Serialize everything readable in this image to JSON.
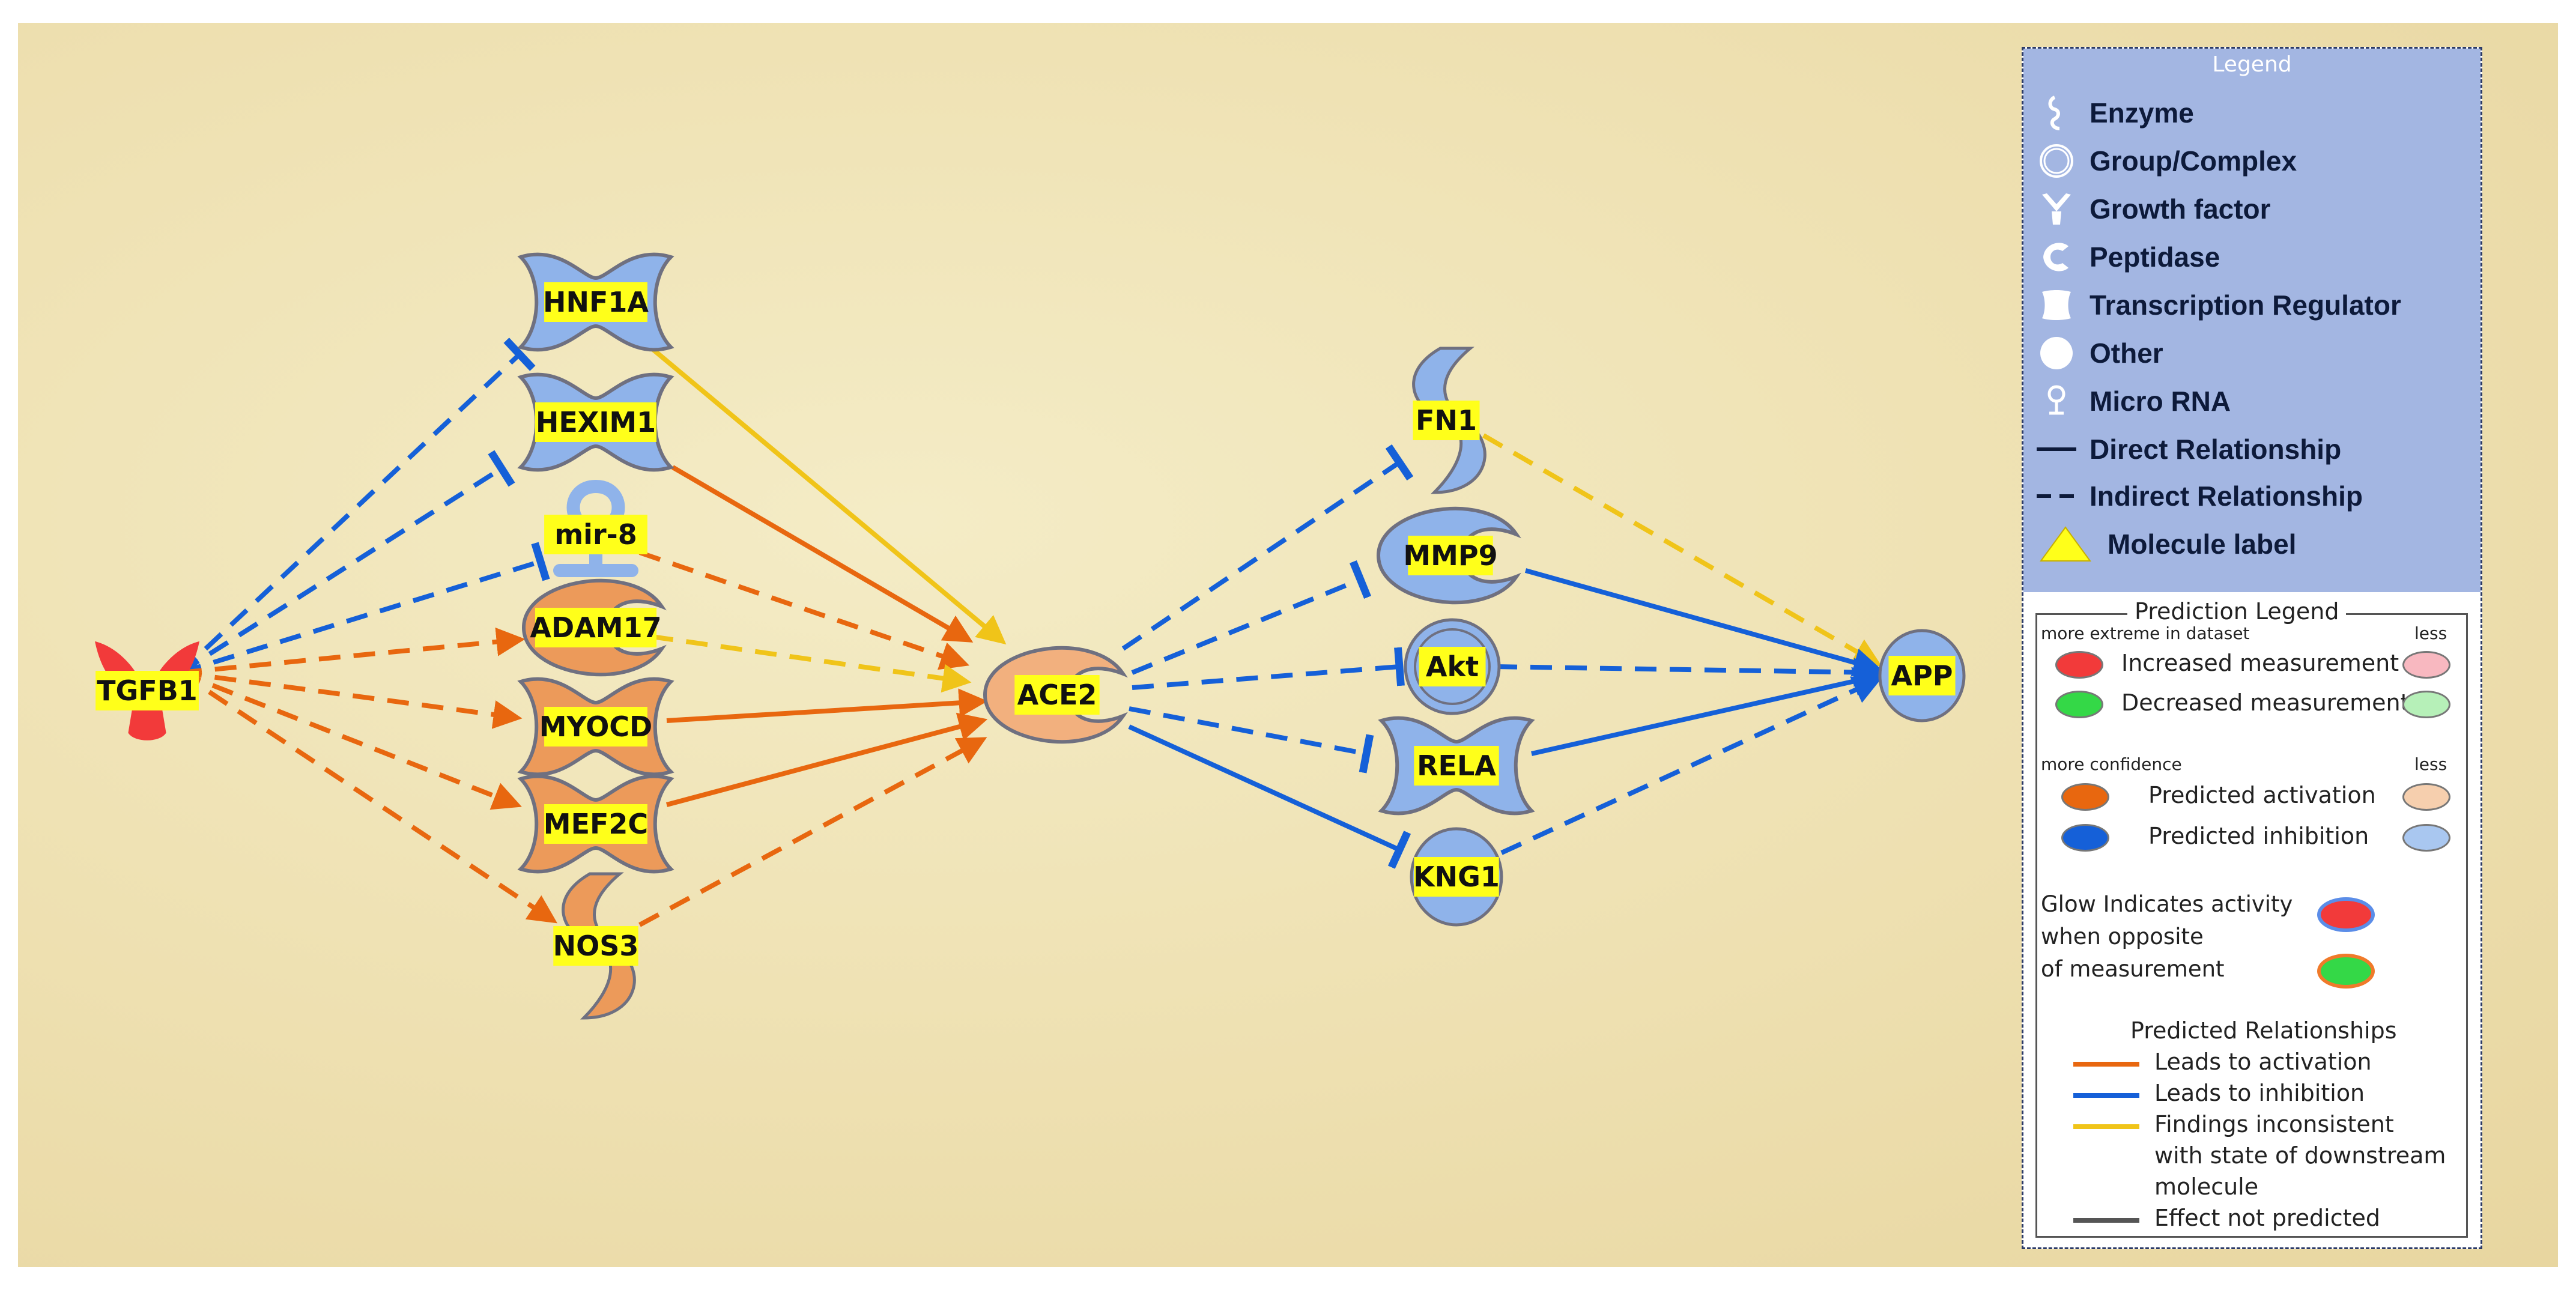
{
  "network": {
    "nodes": [
      {
        "id": "TGFB1",
        "label": "TGFB1",
        "type": "growth-factor",
        "state": "increased-measurement"
      },
      {
        "id": "HNF1A",
        "label": "HNF1A",
        "type": "transcription-regulator",
        "state": "predicted-inhibition"
      },
      {
        "id": "HEXIM1",
        "label": "HEXIM1",
        "type": "transcription-regulator",
        "state": "predicted-inhibition"
      },
      {
        "id": "mir-8",
        "label": "mir-8",
        "type": "micro-rna",
        "state": "predicted-inhibition"
      },
      {
        "id": "ADAM17",
        "label": "ADAM17",
        "type": "peptidase",
        "state": "predicted-activation"
      },
      {
        "id": "MYOCD",
        "label": "MYOCD",
        "type": "transcription-regulator",
        "state": "predicted-activation"
      },
      {
        "id": "MEF2C",
        "label": "MEF2C",
        "type": "transcription-regulator",
        "state": "predicted-activation"
      },
      {
        "id": "NOS3",
        "label": "NOS3",
        "type": "enzyme",
        "state": "predicted-activation"
      },
      {
        "id": "ACE2",
        "label": "ACE2",
        "type": "peptidase",
        "state": "predicted-activation-less"
      },
      {
        "id": "FN1",
        "label": "FN1",
        "type": "enzyme",
        "state": "predicted-inhibition"
      },
      {
        "id": "MMP9",
        "label": "MMP9",
        "type": "peptidase",
        "state": "predicted-inhibition"
      },
      {
        "id": "Akt",
        "label": "Akt",
        "type": "group-complex",
        "state": "predicted-inhibition"
      },
      {
        "id": "RELA",
        "label": "RELA",
        "type": "transcription-regulator",
        "state": "predicted-inhibition"
      },
      {
        "id": "KNG1",
        "label": "KNG1",
        "type": "other",
        "state": "predicted-inhibition"
      },
      {
        "id": "APP",
        "label": "APP",
        "type": "other",
        "state": "predicted-inhibition"
      }
    ],
    "edges": [
      {
        "from": "TGFB1",
        "to": "HNF1A",
        "style": "indirect",
        "effect": "inhibition"
      },
      {
        "from": "TGFB1",
        "to": "HEXIM1",
        "style": "indirect",
        "effect": "inhibition"
      },
      {
        "from": "TGFB1",
        "to": "mir-8",
        "style": "indirect",
        "effect": "inhibition"
      },
      {
        "from": "TGFB1",
        "to": "ADAM17",
        "style": "indirect",
        "effect": "activation"
      },
      {
        "from": "TGFB1",
        "to": "MYOCD",
        "style": "indirect",
        "effect": "activation"
      },
      {
        "from": "TGFB1",
        "to": "MEF2C",
        "style": "indirect",
        "effect": "activation"
      },
      {
        "from": "TGFB1",
        "to": "NOS3",
        "style": "indirect",
        "effect": "activation"
      },
      {
        "from": "HNF1A",
        "to": "ACE2",
        "style": "direct",
        "effect": "inconsistent"
      },
      {
        "from": "HEXIM1",
        "to": "ACE2",
        "style": "direct",
        "effect": "activation"
      },
      {
        "from": "mir-8",
        "to": "ACE2",
        "style": "indirect",
        "effect": "activation"
      },
      {
        "from": "ADAM17",
        "to": "ACE2",
        "style": "indirect",
        "effect": "inconsistent"
      },
      {
        "from": "MYOCD",
        "to": "ACE2",
        "style": "direct",
        "effect": "activation"
      },
      {
        "from": "MEF2C",
        "to": "ACE2",
        "style": "direct",
        "effect": "activation"
      },
      {
        "from": "NOS3",
        "to": "ACE2",
        "style": "indirect",
        "effect": "activation"
      },
      {
        "from": "ACE2",
        "to": "FN1",
        "style": "indirect",
        "effect": "inhibition"
      },
      {
        "from": "ACE2",
        "to": "MMP9",
        "style": "indirect",
        "effect": "inhibition"
      },
      {
        "from": "ACE2",
        "to": "Akt",
        "style": "indirect",
        "effect": "inhibition"
      },
      {
        "from": "ACE2",
        "to": "RELA",
        "style": "indirect",
        "effect": "inhibition"
      },
      {
        "from": "ACE2",
        "to": "KNG1",
        "style": "direct",
        "effect": "inhibition"
      },
      {
        "from": "FN1",
        "to": "APP",
        "style": "indirect",
        "effect": "inconsistent"
      },
      {
        "from": "MMP9",
        "to": "APP",
        "style": "direct",
        "effect": "inhibition"
      },
      {
        "from": "Akt",
        "to": "APP",
        "style": "indirect",
        "effect": "inhibition"
      },
      {
        "from": "RELA",
        "to": "APP",
        "style": "direct",
        "effect": "inhibition"
      },
      {
        "from": "KNG1",
        "to": "APP",
        "style": "indirect",
        "effect": "inhibition"
      }
    ]
  },
  "colors": {
    "activation": "#e8670f",
    "inhibition": "#1560d8",
    "inconsistent": "#f0c419",
    "not_predicted": "#555555",
    "increased": "#f23a3a",
    "decreased": "#34d847",
    "activation_fill": "#ec9a5a",
    "inhibition_fill": "#8fb3ea",
    "label_bg": "#ffff1a"
  },
  "legend": {
    "title": "Legend",
    "items": [
      {
        "icon": "enzyme-icon",
        "label": "Enzyme"
      },
      {
        "icon": "group-complex-icon",
        "label": "Group/Complex"
      },
      {
        "icon": "growth-factor-icon",
        "label": "Growth factor"
      },
      {
        "icon": "peptidase-icon",
        "label": "Peptidase"
      },
      {
        "icon": "transcription-regulator-icon",
        "label": "Transcription Regulator"
      },
      {
        "icon": "other-icon",
        "label": "Other"
      },
      {
        "icon": "micro-rna-icon",
        "label": "Micro RNA"
      },
      {
        "icon": "solid-line-icon",
        "label": "Direct Relationship"
      },
      {
        "icon": "dashed-line-icon",
        "label": "Indirect Relationship"
      },
      {
        "icon": "triangle-icon",
        "label": "Molecule label"
      }
    ]
  },
  "prediction_legend": {
    "title": "Prediction Legend",
    "extreme_header": "more extreme in dataset",
    "extreme_less": "less",
    "increased": "Increased measurement",
    "decreased": "Decreased measurement",
    "confidence_header": "more confidence",
    "confidence_less": "less",
    "activation": "Predicted activation",
    "inhibition": "Predicted inhibition",
    "glow_line1": "Glow Indicates activity",
    "glow_line2": "when opposite",
    "glow_line3": "of measurement",
    "relationships_title": "Predicted Relationships",
    "rel_activation": "Leads to activation",
    "rel_inhibition": "Leads to inhibition",
    "rel_inconsistent_1": "Findings inconsistent",
    "rel_inconsistent_2": "with state of downstream",
    "rel_inconsistent_3": "molecule",
    "rel_not_predicted": "Effect not predicted"
  }
}
